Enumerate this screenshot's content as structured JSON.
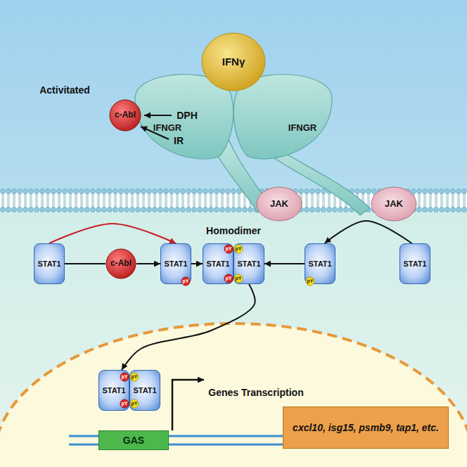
{
  "diagram": {
    "nodes": [
      {
        "text": [
          "IFNγ"
        ]
      },
      {
        "text": [
          "Activitated",
          "c-Abl"
        ]
      },
      {
        "text": [
          "IFNGR"
        ]
      },
      {
        "text": [
          "IFNGR"
        ]
      },
      {
        "text": [
          "JAK"
        ]
      },
      {
        "text": [
          "JAK"
        ]
      },
      {
        "text": [
          "STAT1"
        ]
      },
      {
        "text": [
          "c-Abl"
        ]
      },
      {
        "text": [
          "STAT1"
        ]
      },
      {
        "text": [
          "pY"
        ]
      },
      {
        "text": [
          "STAT1"
        ]
      },
      {
        "text": [
          "STAT1"
        ]
      },
      {
        "text": [
          "pY"
        ]
      },
      {
        "text": [
          "pY"
        ]
      },
      {
        "text": [
          "pY"
        ]
      },
      {
        "text": [
          "pY"
        ]
      },
      {
        "text": [
          "STAT1"
        ]
      },
      {
        "text": [
          "pY"
        ]
      },
      {
        "text": [
          "STAT1"
        ]
      },
      {
        "text": [
          "STAT1"
        ]
      },
      {
        "text": [
          "STAT1"
        ]
      },
      {
        "text": [
          "pY"
        ]
      },
      {
        "text": [
          "pY"
        ]
      },
      {
        "text": [
          "pY"
        ]
      },
      {
        "text": [
          "pY"
        ]
      },
      {
        "text": [
          "GAS"
        ]
      },
      {
        "text": [
          "cxcl10, isg15, psmb9, tap1, etc."
        ]
      }
    ],
    "edges": [
      {
        "from": 6,
        "to": 7,
        "arrow": "none"
      },
      {
        "from": 7,
        "to": 8,
        "arrow": "to"
      },
      {
        "from": 6,
        "to": 8,
        "arrow": "to"
      },
      {
        "from": 8,
        "to": 10,
        "arrow": "to"
      },
      {
        "from": 16,
        "to": 11,
        "arrow": "to"
      },
      {
        "from": 18,
        "to": 16,
        "arrow": "to"
      },
      {
        "from": 11,
        "to": 19,
        "arrow": "to"
      }
    ],
    "labels": [
      "DPH",
      "IR",
      "Homodimer",
      "Genes Transcription"
    ]
  }
}
